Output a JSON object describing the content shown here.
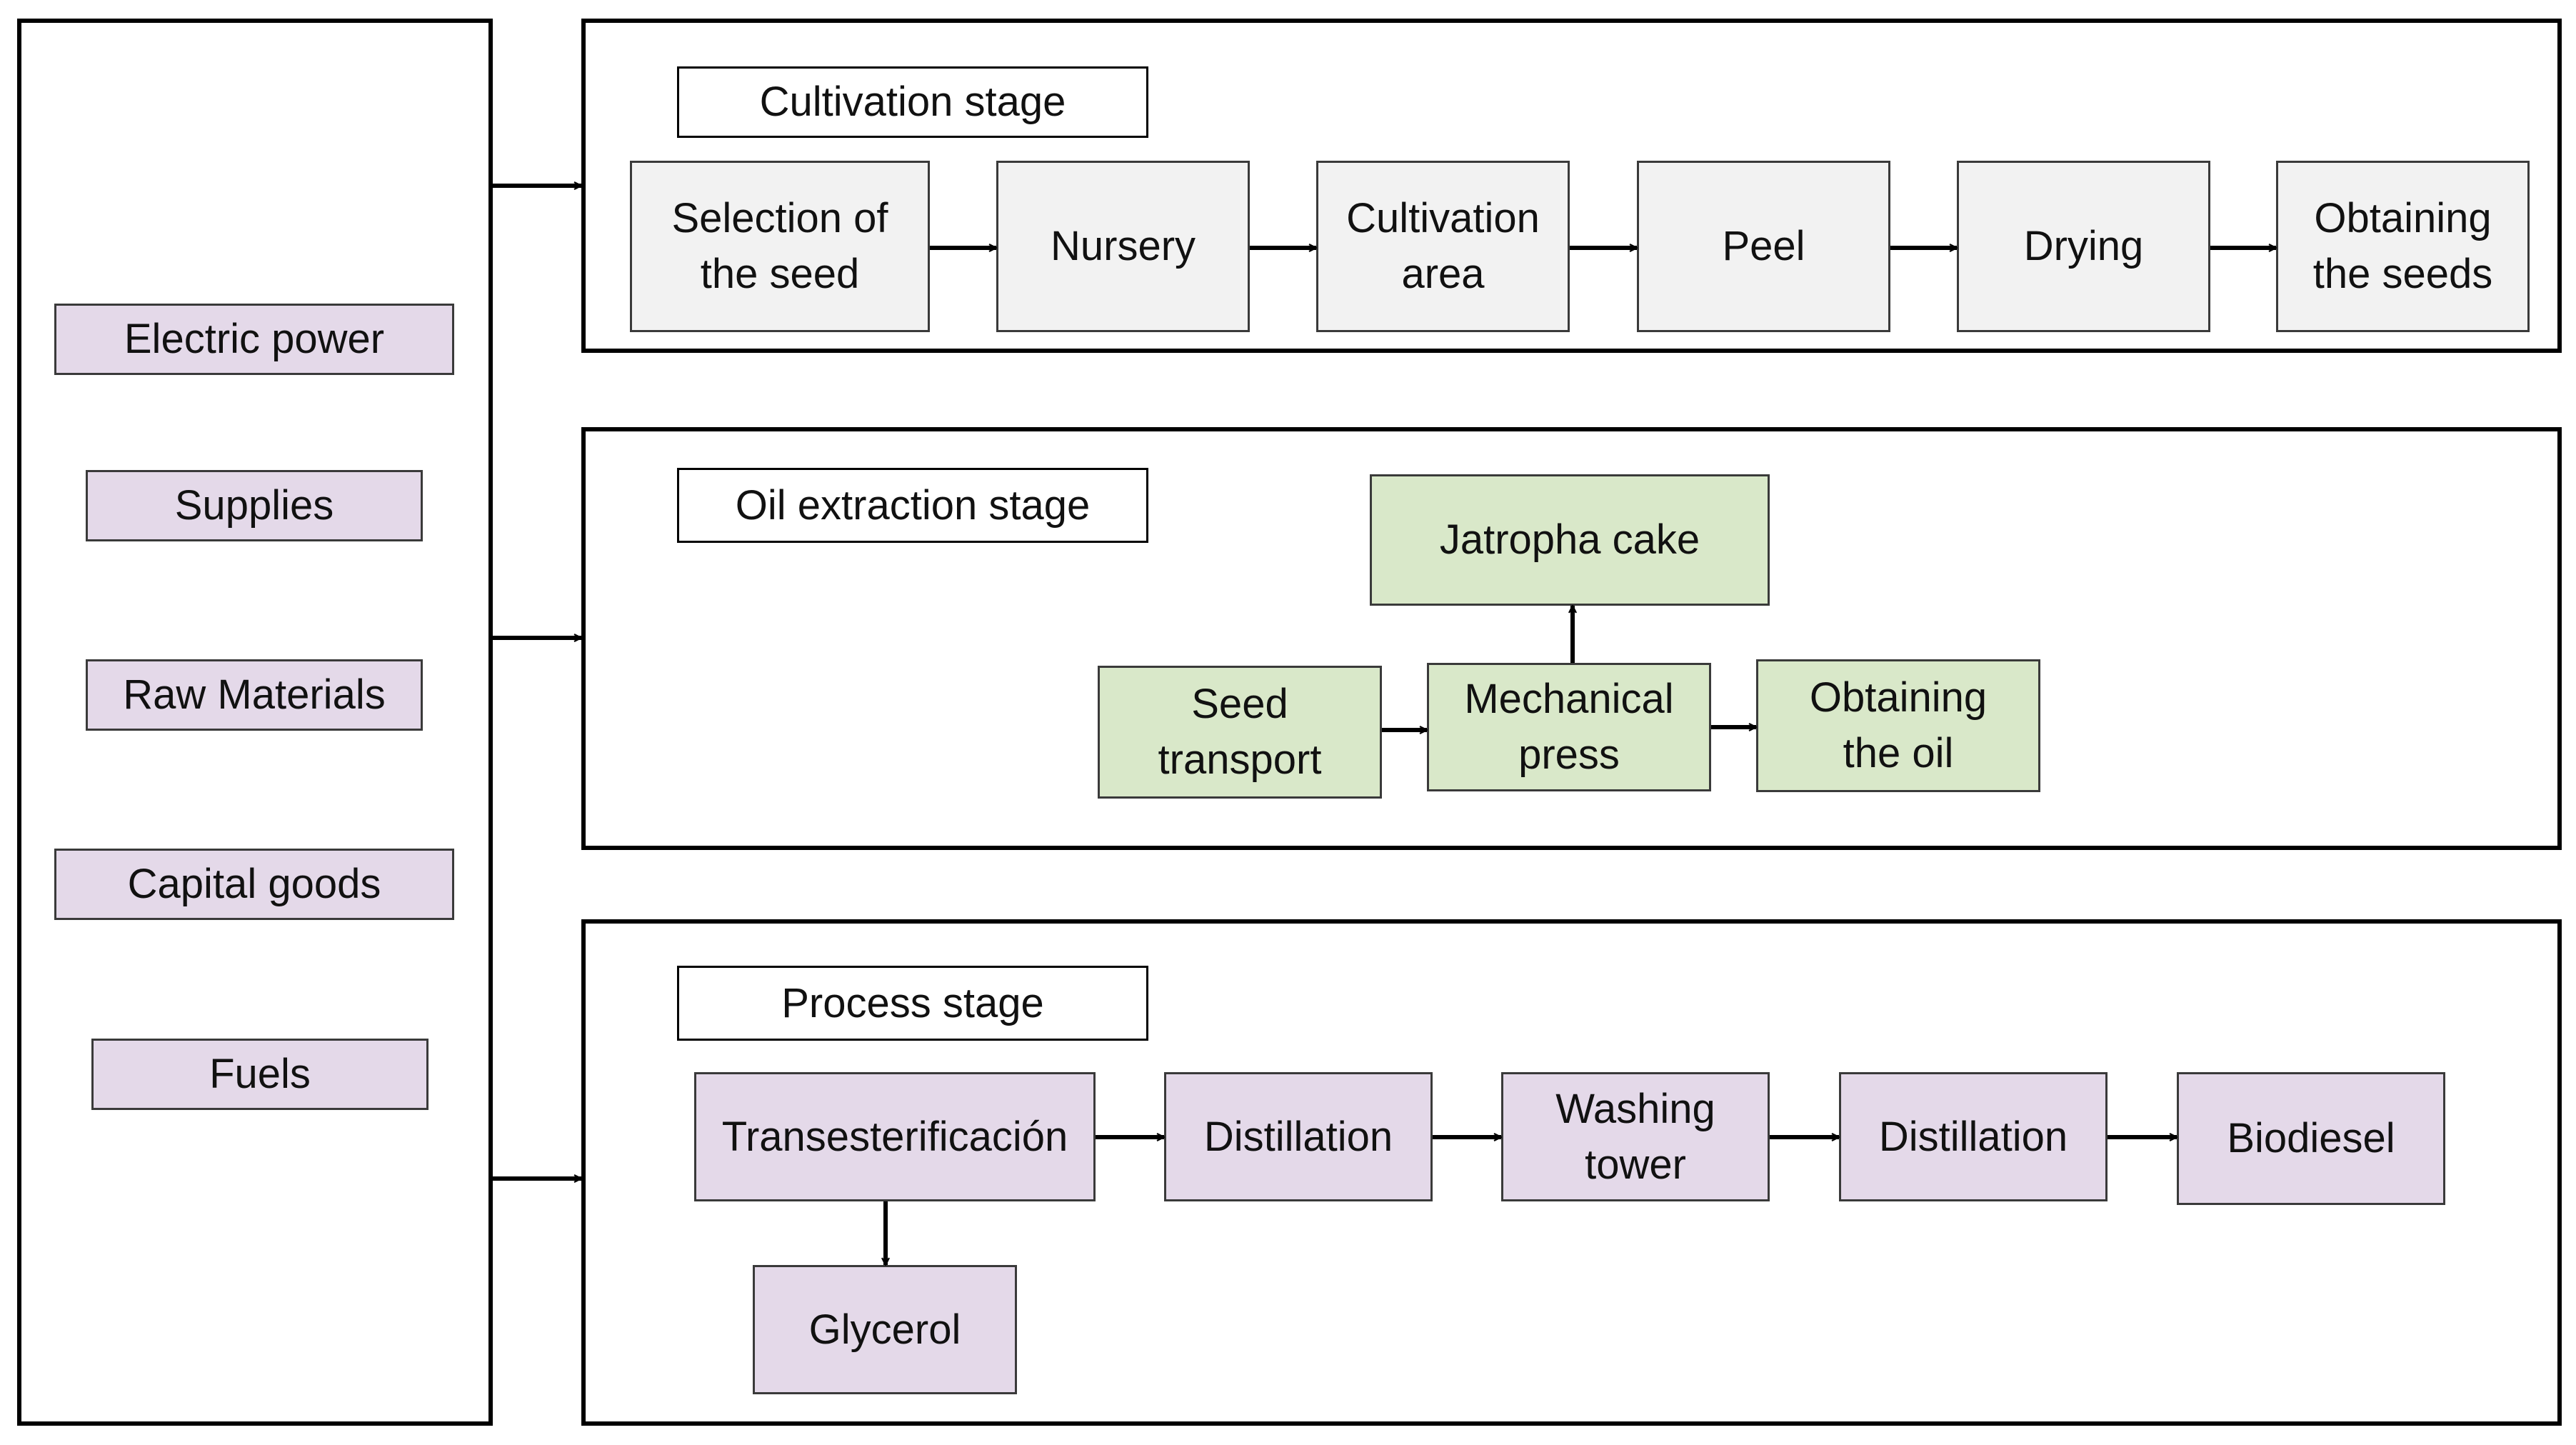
{
  "colors": {
    "inputs": "#e4d9e9",
    "cultivation": "#f2f2f2",
    "extraction": "#d9e8c9",
    "process": "#e4d9e9",
    "line": "#000000"
  },
  "inputs": [
    "Electric power",
    "Supplies",
    "Raw Materials",
    "Capital goods",
    "Fuels"
  ],
  "cultivation": {
    "label": "Cultivation stage",
    "steps": [
      "Selection of\nthe seed",
      "Nursery",
      "Cultivation\narea",
      "Peel",
      "Drying",
      "Obtaining\nthe seeds"
    ]
  },
  "extraction": {
    "label": "Oil extraction stage",
    "steps": [
      "Seed\ntransport",
      "Mechanical\npress",
      "Obtaining\nthe oil"
    ],
    "byproduct": "Jatropha cake"
  },
  "process": {
    "label": "Process stage",
    "steps": [
      "Transesterificación",
      "Distillation",
      "Washing\ntower",
      "Distillation",
      "Biodiesel"
    ],
    "byproduct": "Glycerol"
  }
}
